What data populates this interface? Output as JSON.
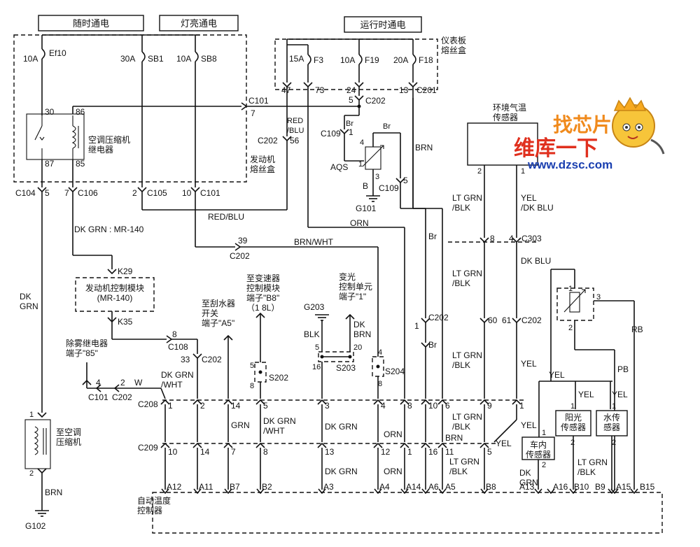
{
  "colors": {
    "line": "#111111",
    "background": "#ffffff",
    "wm_orange": "#f08a1c",
    "wm_red": "#e0301e",
    "wm_blue": "#1a3fb0"
  },
  "power": {
    "always": "随时通电",
    "lights": "灯亮通电",
    "run": "运行时通电"
  },
  "boxes": {
    "ip_fuse": "仪表板\n熔丝盒",
    "engine_fuse": "发动机\n熔丝盒"
  },
  "fuses": {
    "ef10": {
      "amp": "10A",
      "name": "Ef10"
    },
    "sb1": {
      "amp": "30A",
      "name": "SB1"
    },
    "sb8": {
      "amp": "10A",
      "name": "SB8"
    },
    "f3": {
      "amp": "15A",
      "name": "F3"
    },
    "f19": {
      "amp": "10A",
      "name": "F19"
    },
    "f18": {
      "amp": "20A",
      "name": "F18"
    }
  },
  "relay": {
    "label": "空调压缩机\n继电器",
    "pins": [
      "30",
      "86",
      "87",
      "85"
    ]
  },
  "components": {
    "ecm": "发动机控制模块\n(MR-140)",
    "ambient_sensor": "环境气温\n传感器",
    "compressor": "至空调\n压缩机",
    "controller": "自动温度\n控制器",
    "cabin_sensor": "车内\n传感器",
    "sun_sensor": "阳光\n传感器",
    "water_sensor": "水传\n感器",
    "defog_relay": "除雾继电器\n端子\"85\"",
    "wiper_switch": "至刮水器\n开关\n端子\"A5\"",
    "trans_module": "至变速器\n控制模块\n端子\"B8\"\n（1 8L）",
    "dimmer_unit": "变光\n控制单元\n端子\"1\"",
    "aqs": "AQS"
  },
  "connectors": {
    "c101_a": "C101",
    "c101_a_pin": "7",
    "c202_56": "C202",
    "c202_56_pin": "56",
    "c202_5": "C202",
    "c202_5_pin": "5",
    "c109_top": "C109",
    "c109_top_pin": "1",
    "c109_5": "C109",
    "c109_5_pin": "5",
    "c201": "C201",
    "ip_pins": [
      "47",
      "73",
      "24",
      "13"
    ],
    "c104": "C104",
    "c104_pin": "5",
    "c106": "C106",
    "c106_pin": "7",
    "c105": "C105",
    "c105_pin": "2",
    "c101_b": "C101",
    "c101_b_pin": "10",
    "c202_39": "C202",
    "c202_39_pin": "39",
    "c303": "C303",
    "c303_pins": [
      "8",
      "4"
    ],
    "c202_6061": "C202",
    "c202_6061_pins": [
      "60",
      "61"
    ],
    "c202_1": "C202",
    "c202_1_pin": "1",
    "c108": "C108",
    "c108_pin": "8",
    "c202_33": "C202",
    "c202_33_pin": "33",
    "c101_c": "C101",
    "c101_c_pin": "4",
    "c202_2": "C202",
    "c202_2_pin": "2",
    "k29": "K29",
    "k35": "K35",
    "s202": "S202",
    "s202_pins": [
      "5",
      "8"
    ],
    "s203": "S203",
    "s203_pins": [
      "5",
      "16",
      "20"
    ],
    "s204": "S204",
    "s204_pins": [
      "4",
      "8"
    ],
    "aqs_pins": [
      "4",
      "1",
      "3"
    ],
    "comp_pins": [
      "1",
      "2"
    ],
    "amb_pins": [
      "2",
      "1"
    ],
    "pot_pins": [
      "1",
      "3",
      "2"
    ],
    "sensor_pins": [
      "1",
      "2"
    ],
    "c208": "C208",
    "c208_pins": [
      "1",
      "2",
      "14",
      "5",
      "3",
      "4",
      "8",
      "10",
      "6",
      "9",
      "1"
    ],
    "c209": "C209",
    "c209_pins": [
      "10",
      "14",
      "7",
      "8",
      "13",
      "12",
      "1",
      "16",
      "11",
      "5"
    ],
    "ctrl_pins": [
      "A12",
      "A11",
      "B7",
      "B2",
      "A3",
      "A4",
      "A14",
      "A6",
      "A5",
      "B8",
      "A13",
      "A16",
      "B10",
      "B9",
      "A15",
      "B15"
    ]
  },
  "wires": {
    "dk_grn": "DK\nGRN",
    "dk_grn_mr140": "DK GRN : MR-140",
    "red_blu": "RED/BLU",
    "red_blu_v": "RED\n/BLU",
    "brn_wht": "BRN/WHT",
    "orn": "ORN",
    "brn": "BRN",
    "br": "Br",
    "b": "B",
    "lt_grn_blk": "LT GRN\n/BLK",
    "yel_dk_blu": "YEL\n/DK BLU",
    "dk_blu": "DK BLU",
    "yel": "YEL",
    "rb": "RB",
    "pb": "PB",
    "w": "W",
    "dk_grn_wht": "DK GRN\n/WHT",
    "grn": "GRN",
    "dk_grn_s": "DK GRN",
    "blk": "BLK",
    "dk_brn": "DK\nBRN",
    "lt_grn_blk_1": "LT GRN/BLK",
    "dk_grn_v": "DK\nGRN"
  },
  "grounds": {
    "g101": "G101",
    "g102": "G102",
    "g203": "G203"
  },
  "watermark": {
    "line1": "找芯片",
    "line2": "维库一下",
    "url": "www.dzsc.com"
  }
}
